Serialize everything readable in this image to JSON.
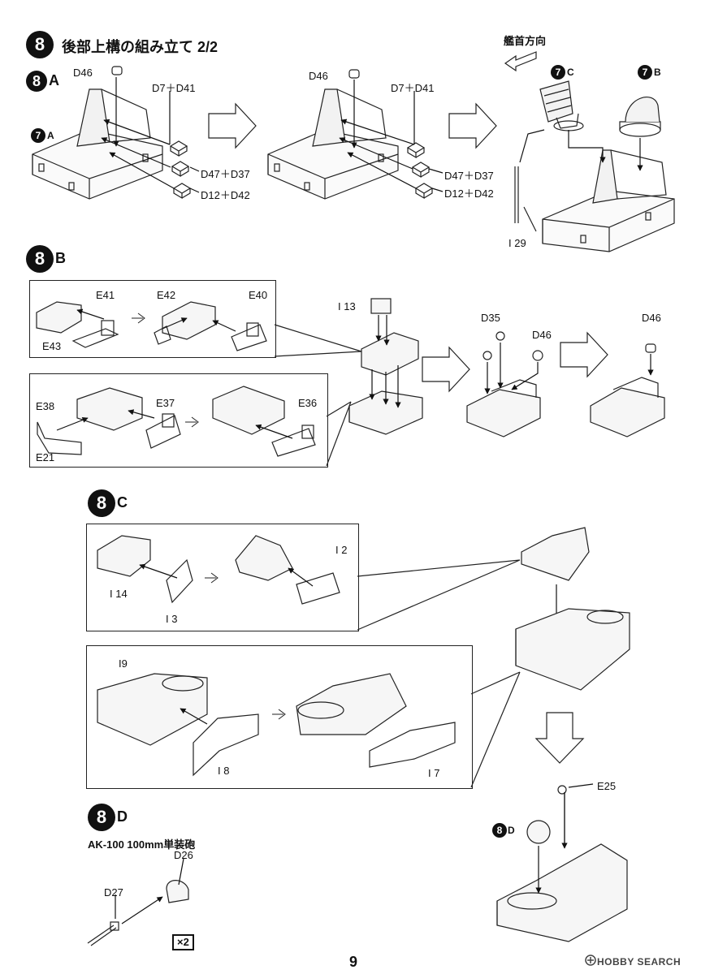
{
  "header": {
    "step_number": "8",
    "title": "後部上構の組み立て 2/2",
    "direction_label": "艦首方向"
  },
  "step_a": {
    "badge": "8",
    "suffix": "A",
    "ref_badge": "7",
    "ref_suffix": "A",
    "left_labels": {
      "d46": "D46",
      "d7_d41": "D7＋D41",
      "d47_d37": "D47＋D37",
      "d12_d42": "D12＋D42"
    },
    "mid_labels": {
      "d46": "D46",
      "d7_d41": "D7＋D41",
      "d47_d37": "D47＋D37",
      "d12_d42": "D12＋D42"
    },
    "right_refs": [
      {
        "badge": "7",
        "suffix": "C"
      },
      {
        "badge": "7",
        "suffix": "B"
      }
    ],
    "part_i29": "I 29"
  },
  "step_b": {
    "badge": "8",
    "suffix": "B",
    "box1_labels": {
      "e41": "E41",
      "e42": "E42",
      "e40": "E40",
      "e43": "E43"
    },
    "box2_labels": {
      "e38": "E38",
      "e37": "E37",
      "e36": "E36",
      "e21": "E21"
    },
    "i13": "I 13",
    "d35": "D35",
    "d46a": "D46",
    "d46b": "D46"
  },
  "step_c": {
    "badge": "8",
    "suffix": "C",
    "box1_labels": {
      "i14": "I 14",
      "i3": "I 3",
      "i2": "I 2"
    },
    "box2_labels": {
      "i9": "I9",
      "i8": "I 8",
      "i7": "I 7"
    },
    "e25": "E25",
    "ref_badge": "8",
    "ref_suffix": "D"
  },
  "step_d": {
    "badge": "8",
    "suffix": "D",
    "caption": "AK-100 100mm単装砲",
    "d26": "D26",
    "d27": "D27",
    "quantity": "×2"
  },
  "footer": {
    "page_number": "9",
    "watermark": "HOBBY SEARCH"
  }
}
